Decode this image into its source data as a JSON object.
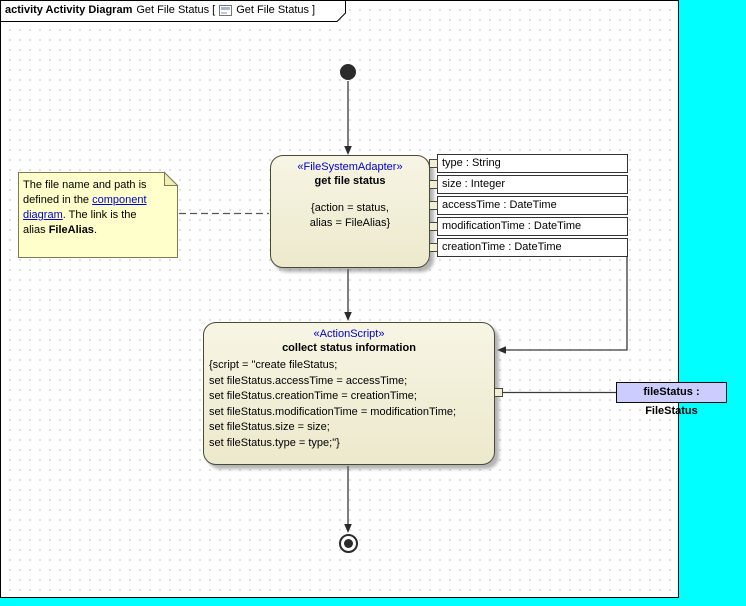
{
  "frame": {
    "tab": {
      "keyword": "activity Activity Diagram",
      "text_before_icon": "Get File Status [",
      "text_after_icon": "Get File Status ]"
    }
  },
  "note": {
    "line1": "The file name and path is",
    "line2_text": "defined in the ",
    "line2_link": "component",
    "line3_link": "diagram",
    "line3_text": ". The link is the",
    "line4_text": "alias ",
    "line4_bold": "FileAlias",
    "line4_end": "."
  },
  "action_get_file_status": {
    "stereotype": "«FileSystemAdapter»",
    "name": "get file status",
    "tagged_values": [
      "{action = status,",
      "alias = FileAlias}"
    ]
  },
  "output_pins": [
    "type : String",
    "size : Integer",
    "accessTime : DateTime",
    "modificationTime : DateTime",
    "creationTime : DateTime"
  ],
  "action_collect_status": {
    "stereotype": "«ActionScript»",
    "name": "collect status information",
    "script_lines": [
      "{script = \"create fileStatus;",
      "set fileStatus.accessTime = accessTime;",
      "set fileStatus.creationTime = creationTime;",
      "set fileStatus.modificationTime = modificationTime;",
      "set fileStatus.size = size;",
      "set fileStatus.type = type;\"}"
    ]
  },
  "object_node": {
    "label": "fileStatus : FileStatus"
  },
  "colors": {
    "canvas_background": "#00ffff",
    "node_fill": "#f1eed6",
    "note_fill": "#ffffcc",
    "object_node_fill": "#ccccff",
    "stereotype_text": "#0000cc",
    "link_text": "#0000cc"
  }
}
